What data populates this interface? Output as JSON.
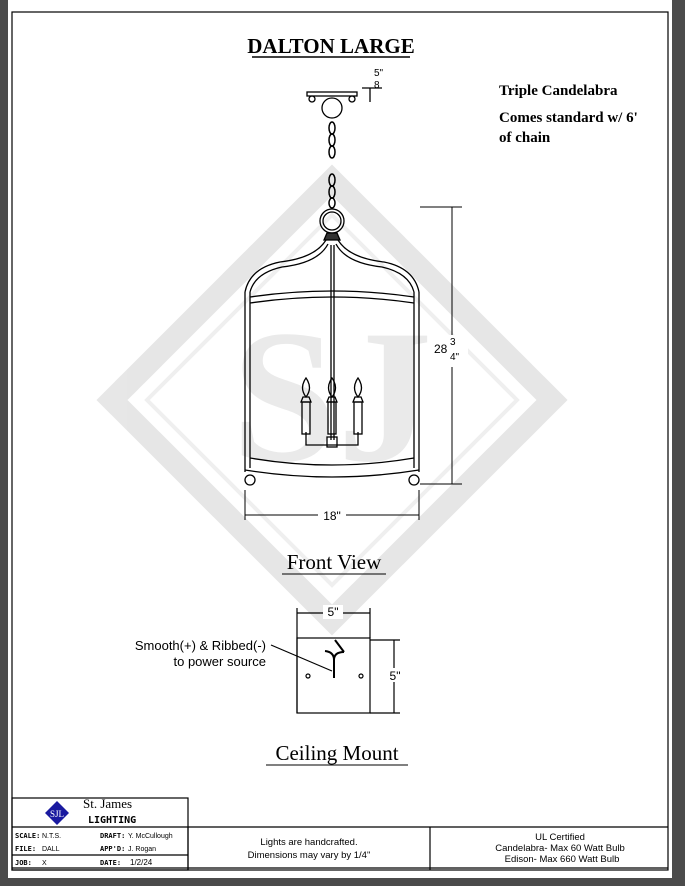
{
  "title": "DALTON LARGE",
  "notes": {
    "line1": "Triple Candelabra",
    "line2": "Comes standard w/ 6'",
    "line3": "of chain"
  },
  "dimensions": {
    "canopy_num": "5\"",
    "canopy_den": "8",
    "height_whole": "28",
    "height_num": "3",
    "height_den": "4\"",
    "width": "18\"",
    "mount_width": "5\"",
    "mount_height": "5\""
  },
  "views": {
    "front": "Front View",
    "ceiling": "Ceiling Mount"
  },
  "mount_note": {
    "line1": "Smooth(+) & Ribbed(-)",
    "line2": "to power source"
  },
  "logo": {
    "mark": "SJL",
    "name": "St. James",
    "sub": "LIGHTING"
  },
  "title_block": {
    "scale_label": "SCALE:",
    "scale": "N.T.S.",
    "draft_label": "DRAFT:",
    "draft": "Y. McCullough",
    "file_label": "FILE:",
    "file": "DALL",
    "appd_label": "APP'D:",
    "appd": "J. Rogan",
    "job_label": "JOB:",
    "job": "X",
    "date_label": "DATE:",
    "date": "1/2/24",
    "middle1": "Lights are handcrafted.",
    "middle2": "Dimensions may vary by 1/4\"",
    "right1": "UL Certified",
    "right2": "Candelabra- Max 60 Watt Bulb",
    "right3": "Edison- Max 660 Watt Bulb"
  },
  "colors": {
    "watermark": "#e4e4e4",
    "logo": "#1a1aa0"
  }
}
